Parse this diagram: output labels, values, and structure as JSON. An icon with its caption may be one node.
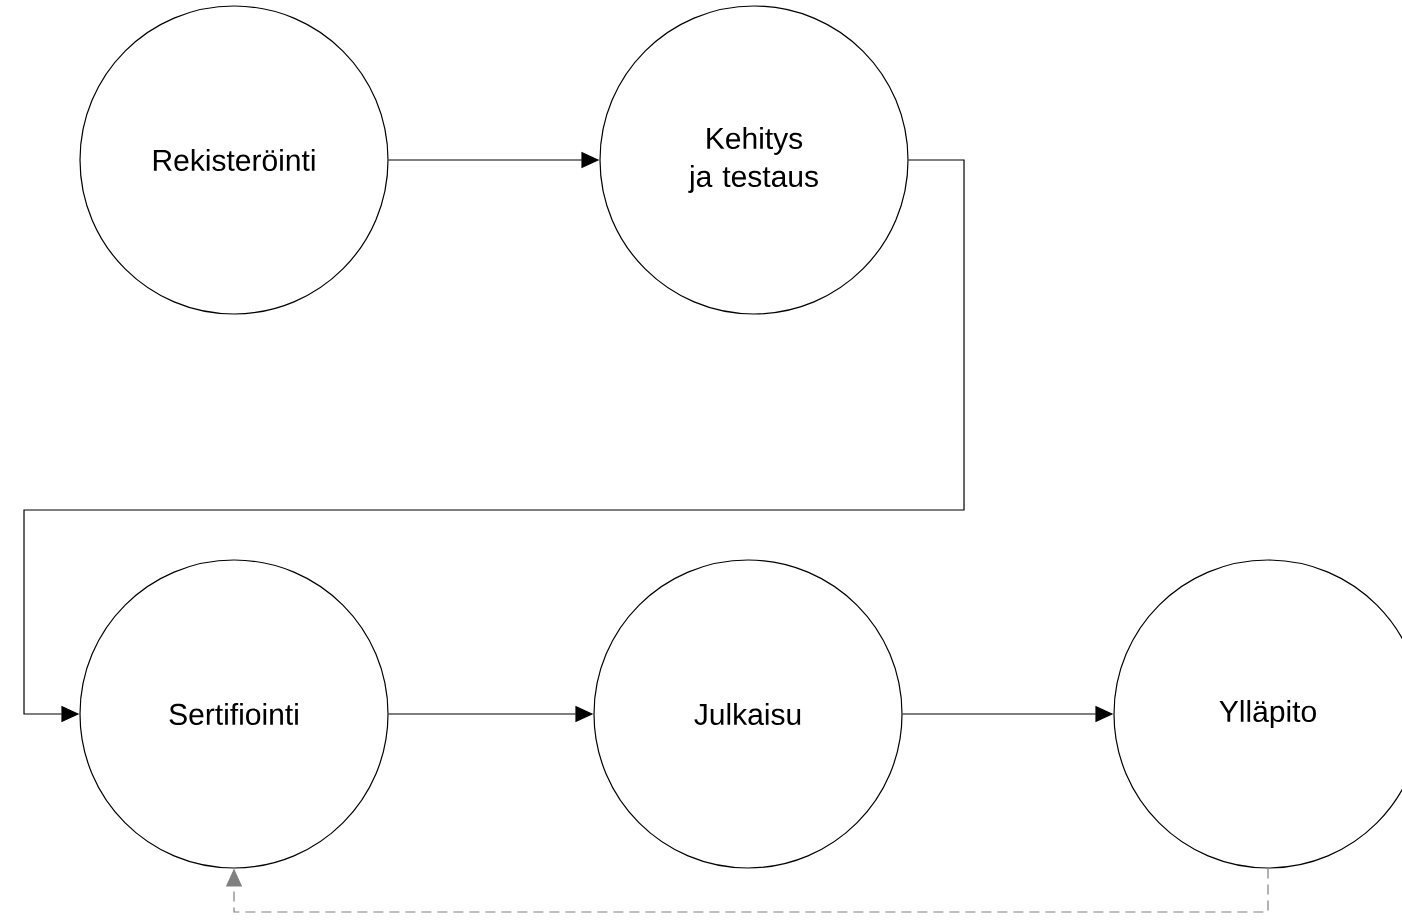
{
  "diagram": {
    "nodes": [
      {
        "text": [
          "Rekisteröinti"
        ]
      },
      {
        "text": [
          "Kehitys ja testaus"
        ]
      },
      {
        "text": [
          "Sertifiointi"
        ]
      },
      {
        "text": [
          "Julkaisu"
        ]
      },
      {
        "text": [
          "Ylläpito"
        ]
      }
    ],
    "edges": [
      {
        "from": 0,
        "to": 1,
        "arrow": "to"
      },
      {
        "from": 1,
        "to": 2,
        "arrow": "to"
      },
      {
        "from": 2,
        "to": 3,
        "arrow": "to"
      },
      {
        "from": 3,
        "to": 4,
        "arrow": "to"
      },
      {
        "from": 4,
        "to": 2,
        "arrow": "to",
        "style": "dashed",
        "color": "#808080"
      }
    ]
  }
}
